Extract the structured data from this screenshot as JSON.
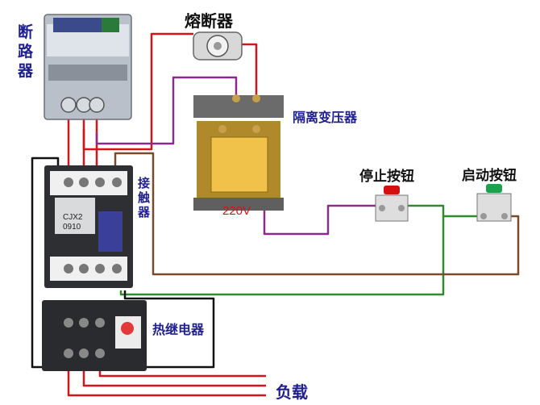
{
  "labels": {
    "breaker": "断路器",
    "fuse": "熔断器",
    "isolation_transformer": "隔离变压器",
    "voltage": "220V",
    "contactor": "接触器",
    "stop_button": "停止按钮",
    "start_button": "启动按钮",
    "thermal_relay": "热继电器",
    "load": "负载"
  },
  "device_text": {
    "contactor_model": "CJX2",
    "contactor_rating": "0910"
  },
  "colors": {
    "label_blue": "#1f1f8f",
    "wire_red": "#d4141a",
    "wire_purple": "#8b2a8b",
    "wire_green": "#2e8b2e",
    "wire_brown": "#7a4a2a",
    "wire_black": "#111111",
    "stop_button_cap": "#d40f0f",
    "start_button_cap": "#19a34a"
  }
}
